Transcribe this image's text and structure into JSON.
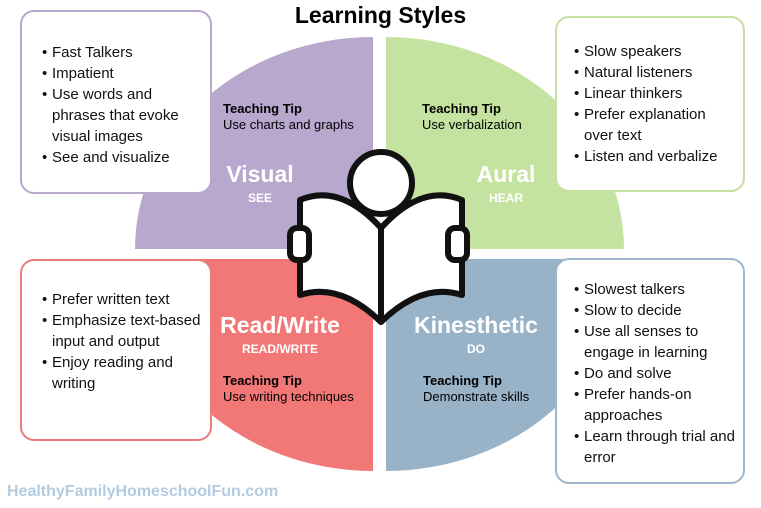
{
  "title": "Learning Styles",
  "colors": {
    "visual": "#b9a8cd",
    "aural": "#c4e3a1",
    "read_write": "#f27777",
    "kinesthetic": "#98b2c7",
    "visual_border": "#b7a8cc",
    "aural_border": "#c4df9f",
    "read_write_border": "#ee7b7b",
    "kinesthetic_border": "#9fb6cc",
    "footer": "#b3cbe0"
  },
  "quadrants": {
    "visual": {
      "name": "Visual",
      "sub": "SEE",
      "tip_heading": "Teaching Tip",
      "tip_text": "Use charts and graphs"
    },
    "aural": {
      "name": "Aural",
      "sub": "HEAR",
      "tip_heading": "Teaching Tip",
      "tip_text": "Use verbalization"
    },
    "read_write": {
      "name": "Read/Write",
      "sub": "READ/WRITE",
      "tip_heading": "Teaching Tip",
      "tip_text": "Use writing techniques"
    },
    "kinesthetic": {
      "name": "Kinesthetic",
      "sub": "DO",
      "tip_heading": "Teaching Tip",
      "tip_text": "Demonstrate skills"
    }
  },
  "boxes": {
    "visual": [
      "Fast Talkers",
      "Impatient",
      "Use words and phrases that evoke visual images",
      "See and visualize"
    ],
    "aural": [
      "Slow speakers",
      "Natural listeners",
      "Linear thinkers",
      "Prefer explanation over text",
      "Listen and verbalize"
    ],
    "read_write": [
      "Prefer written text",
      "Emphasize text-based input and output",
      "Enjoy reading and writing"
    ],
    "kinesthetic": [
      "Slowest talkers",
      "Slow to decide",
      "Use all senses to engage in learning",
      "Do and solve",
      "Prefer hands-on approaches",
      "Learn through trial and error"
    ]
  },
  "icon": "person-reading-book-icon",
  "footer": "HealthyFamilyHomeschoolFun.com"
}
